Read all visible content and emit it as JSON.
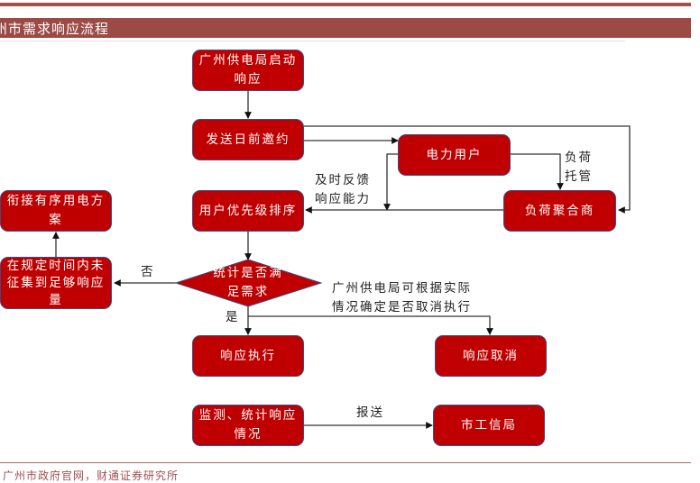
{
  "header": {
    "title": "州市需求响应流程"
  },
  "nodes": {
    "start": "广州供电局启动响应",
    "invite": "发送日前邀约",
    "power_user": "电力用户",
    "aggregator": "负荷聚合商",
    "priority": "用户优先级排序",
    "decision": "统计是否满足需求",
    "shortfall": "在规定时间内未征集到足够响应量",
    "orderly": "衔接有序用电方案",
    "execute": "响应执行",
    "cancel": "响应取消",
    "monitor": "监测、统计响应情况",
    "bureau": "市工信局"
  },
  "labels": {
    "feedback": "及时反馈响应能力",
    "load_custody": "负荷托管",
    "no": "否",
    "yes": "是",
    "cancel_note": "广州供电局可根据实际情况确定是否取消执行",
    "report": "报送"
  },
  "footer": {
    "source": "广州市政府官网，财通证券研究所"
  },
  "colors": {
    "box_fill": "#c00000",
    "box_border": "#3f4a86",
    "title_bar": "#9c4a45"
  }
}
